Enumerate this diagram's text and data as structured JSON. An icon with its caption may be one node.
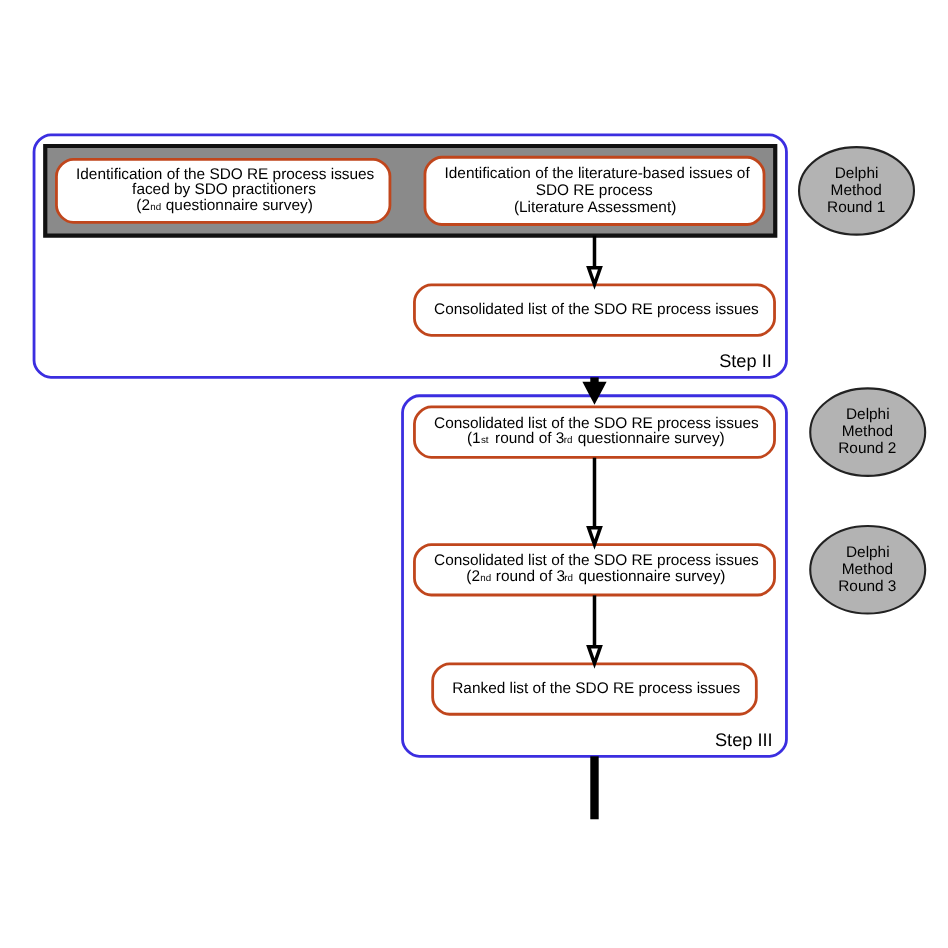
{
  "diagram": {
    "nodes": [
      {
        "text": [
          "Step II"
        ]
      },
      {
        "text": [],
        "shape": "box",
        "in": 0
      },
      {
        "text": [
          "Identification of the literature-based issues of SDO RE process",
          "(Literature Assessment)"
        ],
        "in": 1
      },
      {
        "text": [
          "Identification of the SDO RE process issues faced by SDO practitioners",
          "(2$^{nd}$ questionnaire survey)"
        ],
        "in": 1
      },
      {
        "text": [
          "Consolidated list of the SDO RE process issues"
        ],
        "in": 0
      },
      {
        "text": [
          "Delphi Method Round 1"
        ]
      },
      {
        "text": [
          "Step III"
        ]
      },
      {
        "text": [
          "Consolidated list of the SDO RE process issues",
          "(1$^{st}$ round of 3$^{rd}$ questionnaire survey)"
        ],
        "in": 6
      },
      {
        "text": [
          "Consolidated list of the SDO RE process issues",
          "(2$^{nd}$ round of 3$^{rd}$ questionnaire survey)"
        ],
        "in": 6
      },
      {
        "text": [
          "Ranked list of the SDO RE process issues"
        ],
        "in": 6
      },
      {
        "text": [
          "Delphi Method Round 2"
        ]
      },
      {
        "text": [
          "Delphi Method Round 3"
        ]
      }
    ],
    "edges": [
      {
        "from": 1,
        "to": 4,
        "arrow": "to"
      },
      {
        "from": 0,
        "to": 6,
        "arrow": "to",
        "style": "thick"
      },
      {
        "from": 7,
        "to": 8,
        "arrow": "to"
      },
      {
        "from": 8,
        "to": 9,
        "arrow": "to"
      },
      {
        "from": 6,
        "to": null,
        "arrow": "none",
        "style": "thick"
      }
    ]
  }
}
